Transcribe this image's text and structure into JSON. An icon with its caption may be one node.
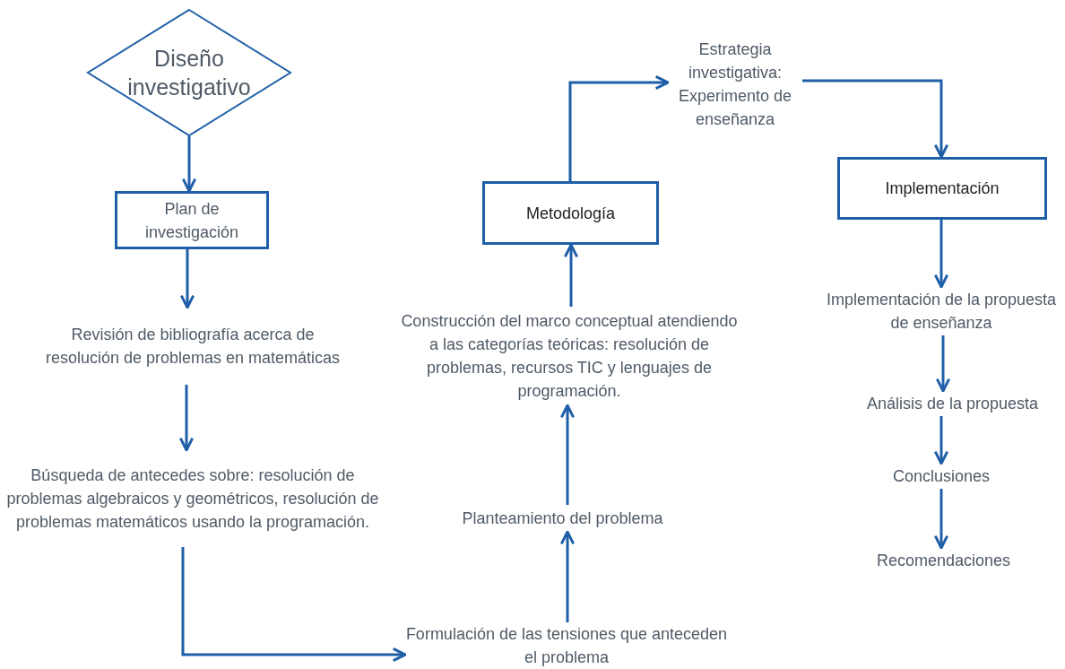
{
  "diagram": {
    "nodes": [
      {
        "text": [
          "Diseño investigativo"
        ]
      },
      {
        "text": [
          "Plan de investigación"
        ]
      },
      {
        "text": [
          "Revisión de bibliografía acerca de resolución de problemas en matemáticas"
        ]
      },
      {
        "text": [
          "Búsqueda de antecedes sobre: resolución de problemas algebraicos y geométricos, resolución de problemas matemáticos usando la programación."
        ]
      },
      {
        "text": [
          "Formulación de las tensiones que anteceden el problema"
        ]
      },
      {
        "text": [
          "Planteamiento del problema"
        ]
      },
      {
        "text": [
          "Construcción del marco conceptual atendiendo a las categorías teóricas: resolución de problemas, recursos TIC y lenguajes de programación."
        ]
      },
      {
        "text": [
          "Metodología"
        ]
      },
      {
        "text": [
          "Estrategia investigativa: Experimento de enseñanza"
        ]
      },
      {
        "text": [
          "Implementación"
        ]
      },
      {
        "text": [
          "Implementación de la propuesta de enseñanza"
        ]
      },
      {
        "text": [
          "Análisis de la propuesta"
        ]
      },
      {
        "text": [
          "Conclusiones"
        ]
      },
      {
        "text": [
          "Recomendaciones"
        ]
      }
    ],
    "edges": [
      {
        "from": 0,
        "to": 1,
        "arrow": "to"
      },
      {
        "from": 1,
        "to": 2,
        "arrow": "to"
      },
      {
        "from": 2,
        "to": 3,
        "arrow": "to"
      },
      {
        "from": 3,
        "to": 4,
        "arrow": "to"
      },
      {
        "from": 4,
        "to": 5,
        "arrow": "to"
      },
      {
        "from": 5,
        "to": 6,
        "arrow": "to"
      },
      {
        "from": 6,
        "to": 7,
        "arrow": "to"
      },
      {
        "from": 7,
        "to": 8,
        "arrow": "to"
      },
      {
        "from": 8,
        "to": 9,
        "arrow": "to"
      },
      {
        "from": 9,
        "to": 10,
        "arrow": "to"
      },
      {
        "from": 10,
        "to": 11,
        "arrow": "to"
      },
      {
        "from": 11,
        "to": 12,
        "arrow": "to"
      },
      {
        "from": 12,
        "to": 13,
        "arrow": "to"
      }
    ]
  }
}
